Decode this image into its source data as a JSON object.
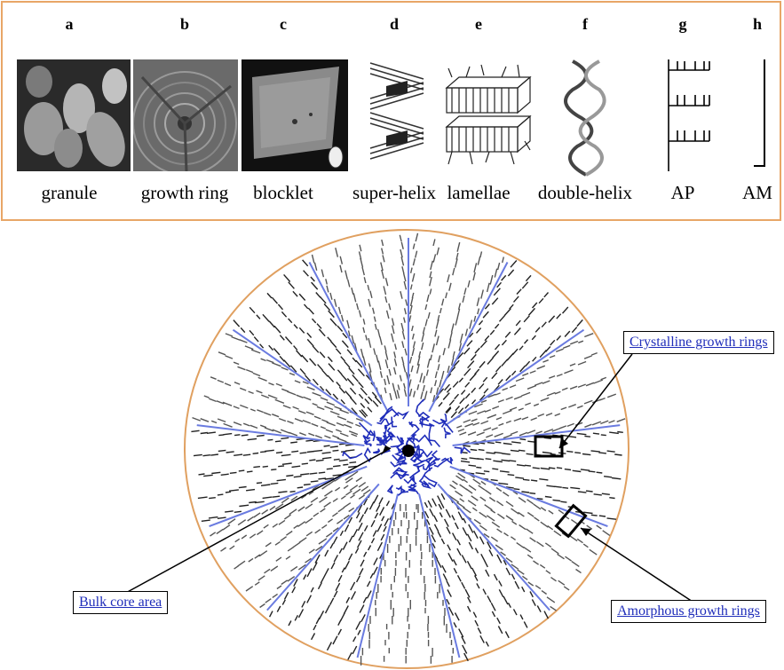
{
  "panels": [
    {
      "letter": "a",
      "caption": "granule"
    },
    {
      "letter": "b",
      "caption": "growth ring"
    },
    {
      "letter": "c",
      "caption": "blocklet"
    },
    {
      "letter": "d",
      "caption": "super-helix"
    },
    {
      "letter": "e",
      "caption": "lamellae"
    },
    {
      "letter": "f",
      "caption": "double-helix"
    },
    {
      "letter": "g",
      "caption": "AP"
    },
    {
      "letter": "h",
      "caption": "AM"
    }
  ],
  "callouts": {
    "crystalline": "Crystalline growth rings",
    "core": "Bulk core area",
    "amorphous": "Amorphous growth rings"
  },
  "colors": {
    "frame": "#E8A667",
    "circle": "#E0A060",
    "core_chains": "#1F2DBA",
    "dividers": "#6A7BE0",
    "link": "#1F2DBA"
  }
}
